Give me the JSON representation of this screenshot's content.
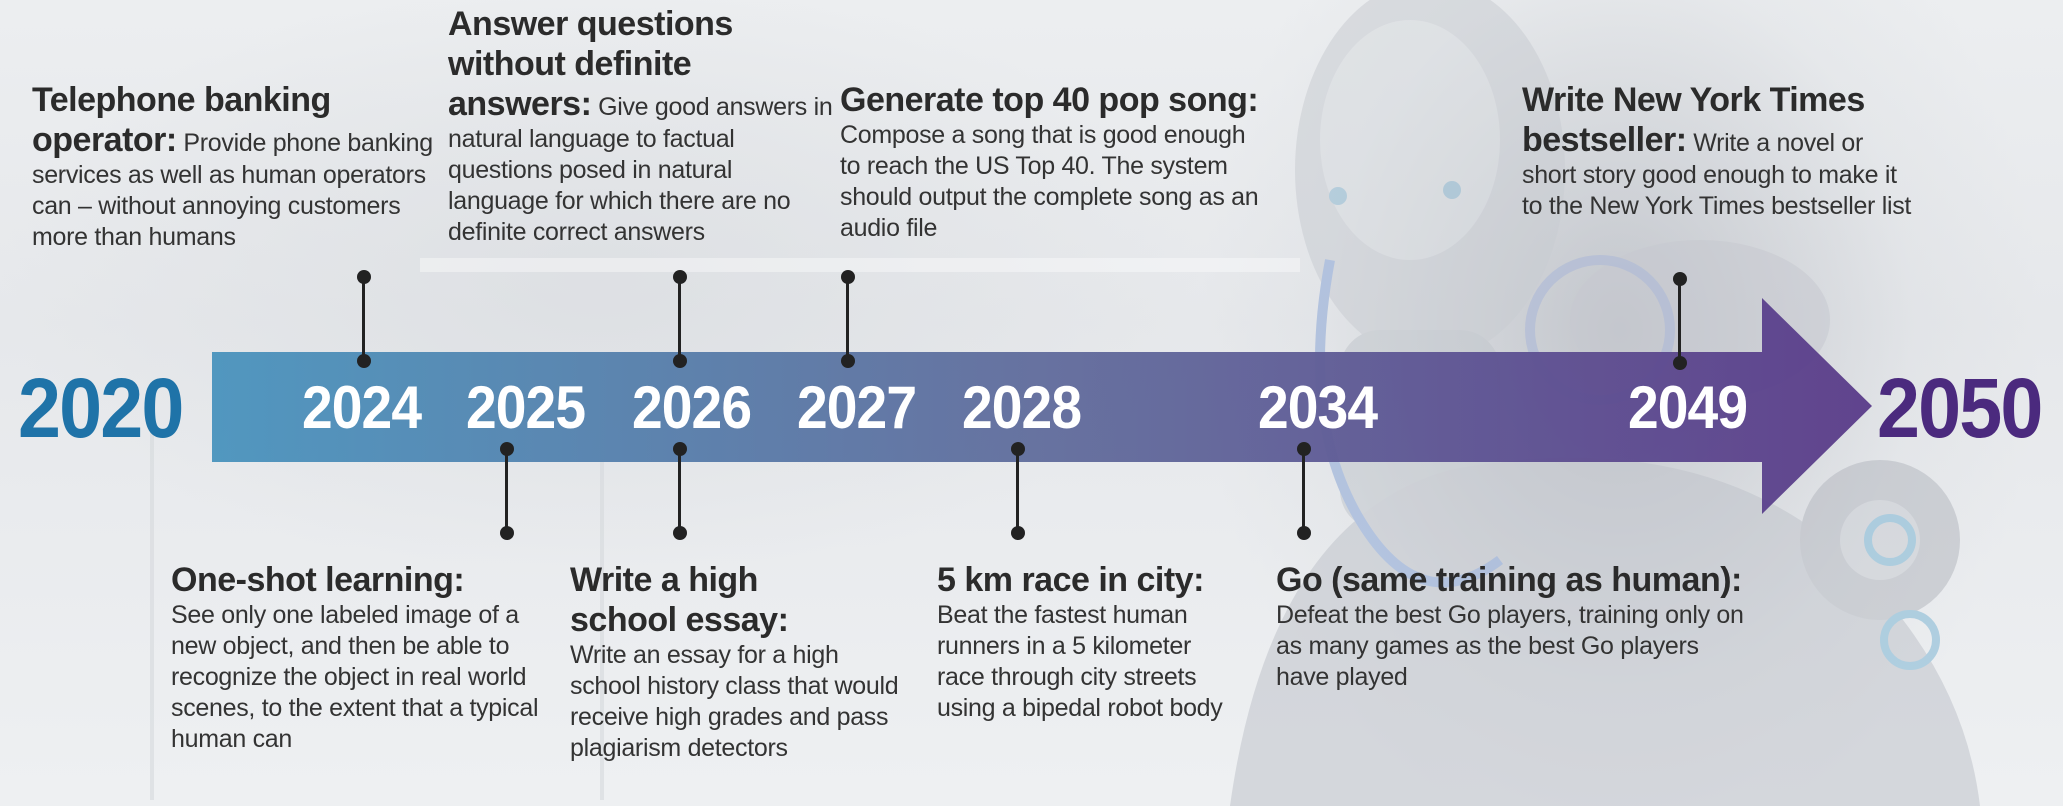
{
  "colors": {
    "start": "#2a7fb0",
    "end": "#4b2f7e",
    "text": "#333333"
  },
  "start_year": "2020",
  "end_year": "2050",
  "tick_years": [
    "2024",
    "2025",
    "2026",
    "2027",
    "2028",
    "2034",
    "2049"
  ],
  "events_above": [
    {
      "year": "2024",
      "title": "Telephone banking operator:",
      "desc": "Provide phone banking services as well as human operators can – without annoying customers more than humans"
    },
    {
      "year": "2026",
      "title": "Answer questions without definite answers:",
      "desc": "Give good answers in natural language to factual questions posed in natural language for which there are no definite correct answers"
    },
    {
      "year": "2027",
      "title": "Generate top 40 pop song:",
      "desc": "Compose a song that is good enough to reach the US Top 40. The system should output the complete song as an audio file"
    },
    {
      "year": "2049",
      "title": "Write New York Times bestseller:",
      "desc": "Write a novel or short story good enough to make it to the New York Times bestseller list"
    }
  ],
  "events_below": [
    {
      "year": "2025",
      "title": "One-shot learning:",
      "desc": "See only one labeled image of a new object, and then be able to recognize the object in real world scenes, to the extent that a typical human can"
    },
    {
      "year": "2026",
      "title": "Write a high school essay:",
      "desc": "Write an essay for a high school history class that would receive high grades and pass plagiarism detectors"
    },
    {
      "year": "2028",
      "title": "5 km race in city:",
      "desc": "Beat the fastest human runners in a 5 kilometer race through city streets using a bipedal robot body"
    },
    {
      "year": "2034",
      "title": "Go (same training as human):",
      "desc": "Defeat the best Go players, training only on as many games as the best Go players have played"
    }
  ]
}
